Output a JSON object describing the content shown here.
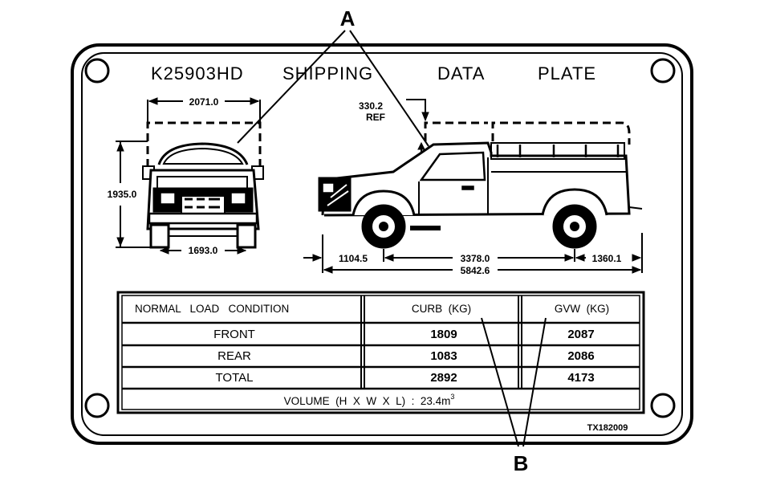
{
  "plate": {
    "title_model": "K25903HD",
    "title_words": [
      "SHIPPING",
      "DATA",
      "PLATE"
    ]
  },
  "dimensions": {
    "front_width": "2071.0",
    "height": "1935.0",
    "track": "1693.0",
    "ref_value": "330.2",
    "ref_label": "REF",
    "front_overhang": "1104.5",
    "wheelbase": "3378.0",
    "rear_overhang": "1360.1",
    "overall_length": "5842.6"
  },
  "table": {
    "headers": [
      "NORMAL   LOAD   CONDITION",
      "CURB  (KG)",
      "GVW  (KG)"
    ],
    "rows": [
      {
        "label": "FRONT",
        "curb": "1809",
        "gvw": "2087"
      },
      {
        "label": "REAR",
        "curb": "1083",
        "gvw": "2086"
      },
      {
        "label": "TOTAL",
        "curb": "2892",
        "gvw": "4173"
      }
    ],
    "volume_text": "VOLUME  (H  X  W  X  L)  :  23.4m",
    "volume_sup": "3"
  },
  "callouts": {
    "a": "A",
    "b": "B"
  },
  "figure_code": "TX182009"
}
